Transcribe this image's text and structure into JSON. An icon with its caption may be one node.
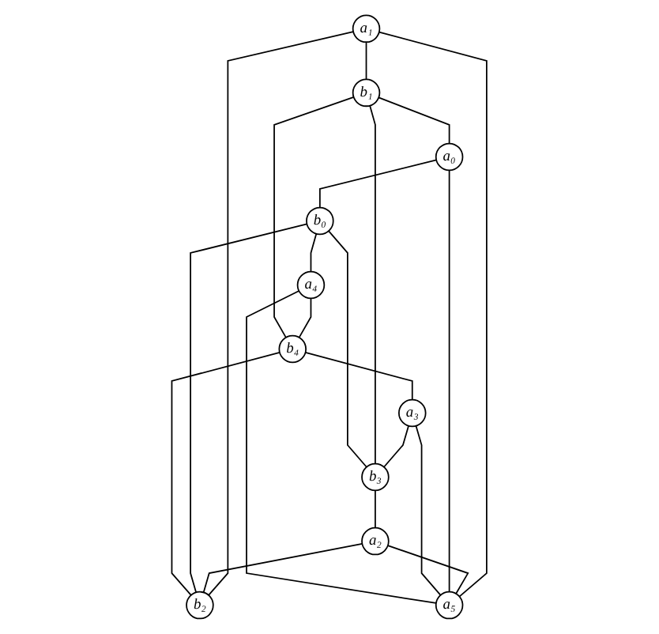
{
  "diagram": {
    "nodes": [
      {
        "text": [
          "a₁"
        ]
      },
      {
        "text": [
          "b₂"
        ]
      },
      {
        "text": [
          "b₁"
        ]
      },
      {
        "text": [
          "a₂"
        ]
      },
      {
        "text": [
          "a₀"
        ]
      },
      {
        "text": [
          "a₅"
        ]
      },
      {
        "text": [
          "b₃"
        ]
      },
      {
        "text": [
          "b₀"
        ]
      },
      {
        "text": [
          "a₃"
        ]
      },
      {
        "text": [
          "b₄"
        ]
      },
      {
        "text": [
          "a₄"
        ]
      }
    ],
    "edges": [
      {
        "from": 0,
        "to": 2,
        "arrow": "none"
      },
      {
        "from": 0,
        "to": 1,
        "arrow": "none"
      },
      {
        "from": 2,
        "to": 4,
        "arrow": "none"
      },
      {
        "from": 4,
        "to": 7,
        "arrow": "none"
      },
      {
        "from": 7,
        "to": 10,
        "arrow": "none"
      },
      {
        "from": 10,
        "to": 9,
        "arrow": "none"
      },
      {
        "from": 9,
        "to": 8,
        "arrow": "none"
      },
      {
        "from": 8,
        "to": 6,
        "arrow": "none"
      },
      {
        "from": 6,
        "to": 3,
        "arrow": "none"
      },
      {
        "from": 3,
        "to": 1,
        "arrow": "none"
      },
      {
        "from": 0,
        "to": 5,
        "arrow": "none"
      },
      {
        "from": 3,
        "to": 5,
        "arrow": "none"
      },
      {
        "from": 4,
        "to": 5,
        "arrow": "none"
      },
      {
        "from": 8,
        "to": 5,
        "arrow": "none"
      },
      {
        "from": 10,
        "to": 5,
        "arrow": "none"
      },
      {
        "from": 1,
        "to": 7,
        "arrow": "none"
      },
      {
        "from": 1,
        "to": 9,
        "arrow": "none"
      },
      {
        "from": 2,
        "to": 6,
        "arrow": "none"
      },
      {
        "from": 2,
        "to": 9,
        "arrow": "none"
      },
      {
        "from": 6,
        "to": 7,
        "arrow": "none"
      }
    ]
  }
}
